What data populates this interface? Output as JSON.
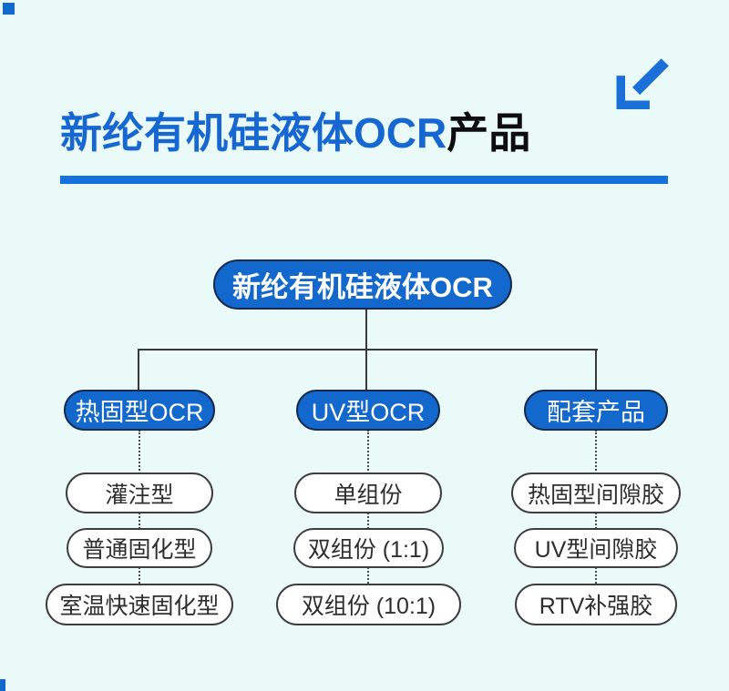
{
  "title": {
    "highlight": "新纶有机硅液体OCR",
    "suffix": "产品"
  },
  "tree": {
    "root": "新纶有机硅液体OCR",
    "branches": [
      {
        "label": "热固型OCR",
        "children": [
          "灌注型",
          "普通固化型",
          "室温快速固化型"
        ]
      },
      {
        "label": "UV型OCR",
        "children": [
          "单组份",
          "双组份 (1:1)",
          "双组份 (10:1)"
        ]
      },
      {
        "label": "配套产品",
        "children": [
          "热固型间隙胶",
          "UV型间隙胶",
          "RTV补强胶"
        ]
      }
    ]
  },
  "icons": {
    "arrow": "arrow-down-left-icon",
    "corner_top": "corner-square-topleft",
    "corner_bottom": "corner-square-bottomleft"
  },
  "colors": {
    "background": "#e9faf9",
    "brand_blue": "#1268cc",
    "pill_border": "#152a4d",
    "title_blue": "#1667d2",
    "title_black": "#0d0d0d",
    "underline_blue": "#1472de",
    "arrow_blue": "#1b6fd8",
    "line_dark": "#3a3a3a",
    "dotted": "#4a4a4a",
    "leaf_border": "#3d3d3d",
    "leaf_text": "#2e2e2e"
  }
}
